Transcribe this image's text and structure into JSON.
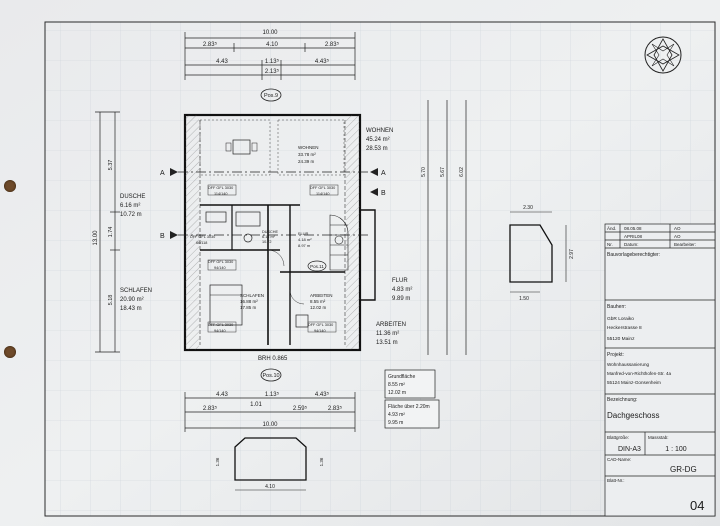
{
  "dims": {
    "top_total": "10.00",
    "top_parts": [
      "2.83⁵",
      "4.10",
      "2.83⁵"
    ],
    "top_row2": [
      "4.43",
      "1.13⁵",
      "4.43⁵"
    ],
    "top_row3": "2.13⁵",
    "bottom_row1": [
      "4.43",
      "1.13⁵",
      "4.43⁵"
    ],
    "bottom_row2": [
      "2.83⁵",
      "1.01",
      "2.59⁵",
      "2.83⁵"
    ],
    "bottom_total": "10.00",
    "bottom_shape_width": "4.10",
    "bottom_shape_left": "1.36",
    "bottom_shape_right": "1.36",
    "left_total": "13.00",
    "left_parts": [
      "5.37",
      "1.74",
      "5.18"
    ],
    "right_parts": [
      "5.70",
      "5.67",
      "6.02"
    ],
    "inset_width_top": "2.30",
    "inset_width_bottom": "1.50",
    "inset_height": "2.97"
  },
  "plan": {
    "pos9": "Pos.9",
    "pos10": "Pos.10",
    "pos_mid": "Pos.11",
    "section_a": "A",
    "section_b": "B",
    "brh": "BRH 0.865"
  },
  "rooms": {
    "wohnen_title": "WOHNEN",
    "wohnen_area": "45.24 m²",
    "wohnen_perim": "28.53 m",
    "wohnen_in_title": "WOHNEN",
    "wohnen_in_area": "33.78 m²",
    "wohnen_in_perim": "24.39 m",
    "dusche_title": "DUSCHE",
    "dusche_area": "6.16 m²",
    "dusche_perim": "10.72 m",
    "schlafen_title": "SCHLAFEN",
    "schlafen_area": "20.90 m²",
    "schlafen_perim": "18.43 m",
    "schlafen_in_title": "SCHLAFEN",
    "schlafen_in_area": "16.88 m²",
    "schlafen_in_perim": "17.85 m",
    "flur_title": "FLUR",
    "flur_area": "4.83 m²",
    "flur_perim": "9.89 m",
    "arbeiten_title": "ARBEITEN",
    "arbeiten_area": "11.36 m²",
    "arbeiten_perim": "13.51 m",
    "arbeiten_in_title": "ARBEITEN",
    "arbeiten_in_area": "8.55 m²",
    "arbeiten_in_perim": "12.02 m",
    "window1": "DFF GFL 3030",
    "window1b": "114/140",
    "window2": "DFF GFL 3030",
    "window3": "DFF GFL 3030",
    "window3b": "66/118",
    "window4": "DFF GFL 3030",
    "window4b": "94/140",
    "window5": "DFF GFL 3030",
    "window6": "DFF GFL 3030",
    "flur_in": "FLUR",
    "flur_in_area": "4.18 m²",
    "flur_in_perim": "8.97 m",
    "dusche_in": "DUSCHE",
    "dusche_in_area": "6.16 m²",
    "dusche_in_perim": "10.72"
  },
  "area_boxes": {
    "grund_title": "Grundfläche",
    "grund_area": "8.55 m²",
    "grund_perim": "12.02 m",
    "flaeche_title": "Fläche über 2.20m",
    "flaeche_area": "4.93 m²",
    "flaeche_perim": "9.95 m"
  },
  "title_block": {
    "row1_label": "Änd.",
    "row1_date": "08.05.08",
    "row1_init": "AO",
    "row2_date": "APRIL08",
    "row2_init": "AO",
    "row3_label": "Nr.",
    "row3_date": "Datum:",
    "row3_init": "Bearbeiter:",
    "approval": "Bauvorlageberechtigter:",
    "bauherr_label": "Bauherr:",
    "bauherr_1": "GbR Loraiko",
    "bauherr_2": "Heckerstrasse 8",
    "bauherr_3": "55120 Mainz",
    "projekt_label": "Projekt:",
    "projekt_1": "Wohnhaussanierung",
    "projekt_2": "Manfred-von-Richthofen-Str. 4a",
    "projekt_3": "55124 Mainz-Gonsenheim",
    "bez_label": "Bezeichnung:",
    "bez_value": "Dachgeschoss",
    "blatt_label": "Blattgröße:",
    "blatt_value": "DIN-A3",
    "massstab_label": "Massstab:",
    "massstab_value": "1 : 100",
    "cad_label": "CAD-Name:",
    "cad_value": "GR-DG",
    "blattnr_label": "Blatt-Nr.:",
    "blattnr_value": "04"
  }
}
